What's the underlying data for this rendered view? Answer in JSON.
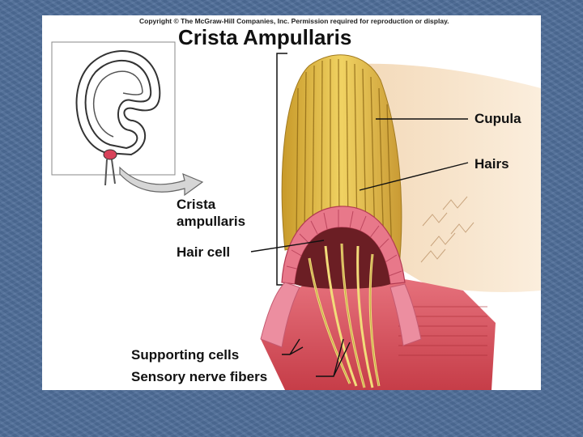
{
  "copyright": "Copyright © The McGraw-Hill Companies, Inc. Permission required for reproduction or display.",
  "title": "Crista Ampullaris",
  "labels": {
    "cupula": "Cupula",
    "hairs": "Hairs",
    "crista_line1": "Crista",
    "crista_line2": "ampullaris",
    "hair_cell": "Hair cell",
    "supporting_cells": "Supporting cells",
    "sensory_nerve_fibers": "Sensory nerve fibers"
  },
  "colors": {
    "background": "#4f6e99",
    "cupula_yellow": "#e8c24a",
    "hair_cell_pink": "#e8788a",
    "tissue_red": "#d94a52",
    "nerve_yellow": "#f2dc7a"
  }
}
